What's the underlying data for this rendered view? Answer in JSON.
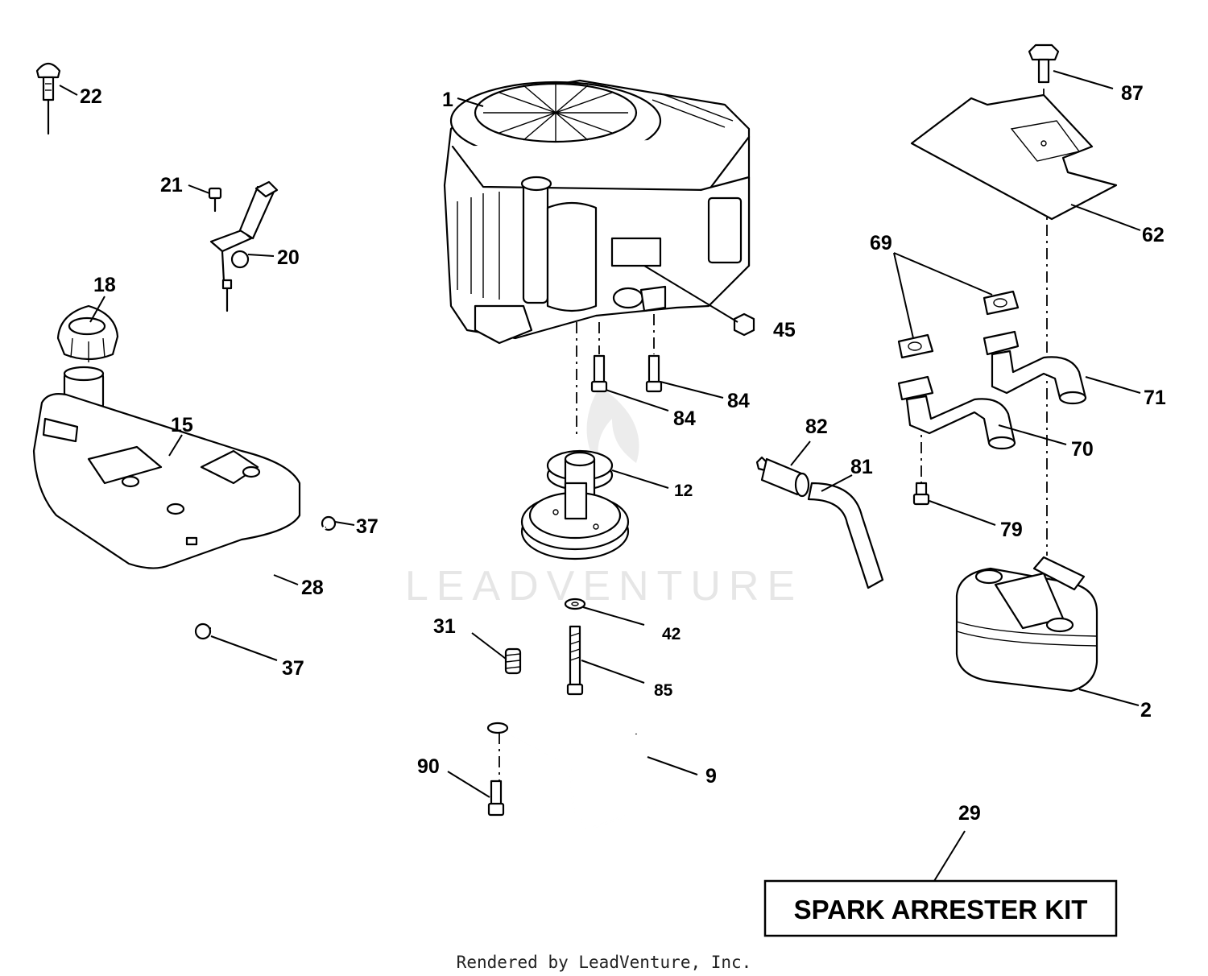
{
  "watermark": "LEADVENTURE",
  "footer": "Rendered by LeadVenture, Inc.",
  "kit_label": "SPARK ARRESTER KIT",
  "callouts": {
    "engine": "1",
    "muffler": "2",
    "bracket_rod": "9",
    "pulley": "12",
    "fuel_tank": "15",
    "fuel_cap": "18",
    "throttle_bracket": "20",
    "bolt_21": "21",
    "plug_22": "22",
    "fuel_line": "28",
    "spark_arrester_kit": "29",
    "spring_31": "31",
    "clamp_upper": "37",
    "clamp_lower": "37",
    "washer_42": "42",
    "nut_45": "45",
    "heat_shield": "62",
    "gaskets": "69",
    "exhaust_pipe_70": "70",
    "exhaust_pipe_71": "71",
    "screw_79": "79",
    "hose_81": "81",
    "valve_82": "82",
    "bolt_84_left": "84",
    "bolt_84_right": "84",
    "bolt_85": "85",
    "bolt_87": "87",
    "bolt_90": "90"
  }
}
